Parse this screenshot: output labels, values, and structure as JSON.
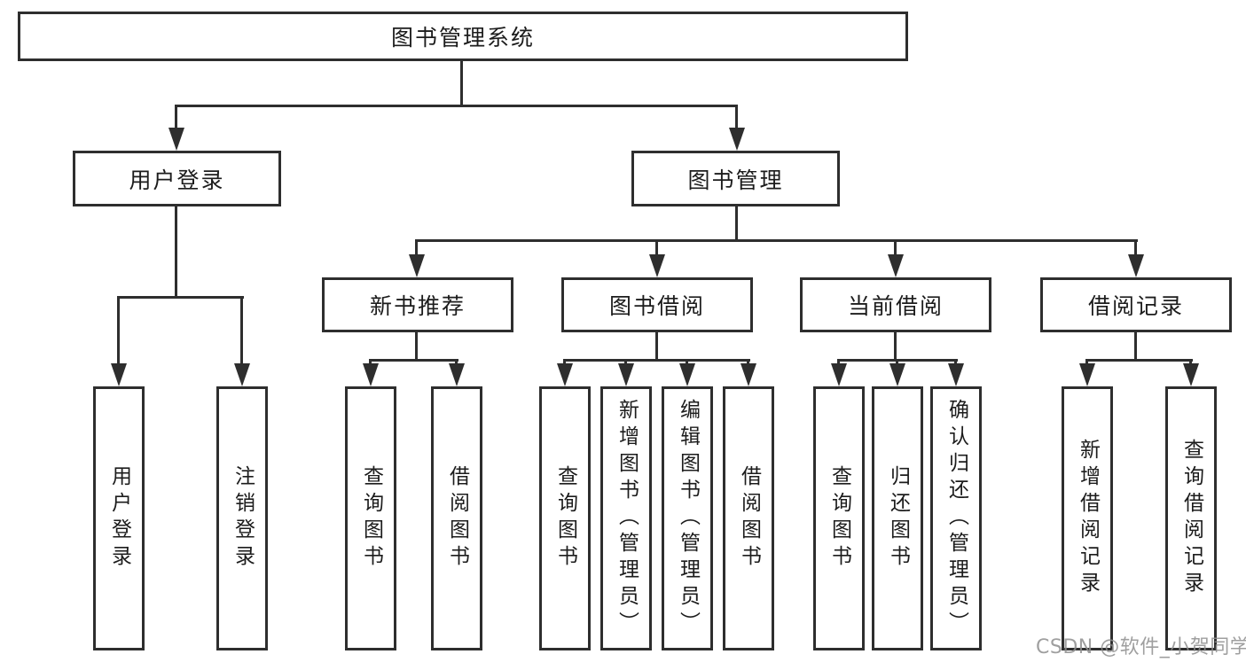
{
  "tree": {
    "label": "图书管理系统",
    "children": [
      {
        "label": "用户登录",
        "children": [
          {
            "label": "用户登录"
          },
          {
            "label": "注销登录"
          }
        ]
      },
      {
        "label": "图书管理",
        "children": [
          {
            "label": "新书推荐",
            "children": [
              {
                "label": "查询图书"
              },
              {
                "label": "借阅图书"
              }
            ]
          },
          {
            "label": "图书借阅",
            "children": [
              {
                "label": "查询图书"
              },
              {
                "label": "新增图书（管理员）"
              },
              {
                "label": "编辑图书（管理员）"
              },
              {
                "label": "借阅图书"
              }
            ]
          },
          {
            "label": "当前借阅",
            "children": [
              {
                "label": "查询图书"
              },
              {
                "label": "归还图书"
              },
              {
                "label": "确认归还（管理员）"
              }
            ]
          },
          {
            "label": "借阅记录",
            "children": [
              {
                "label": "新增借阅记录"
              },
              {
                "label": "查询借阅记录"
              }
            ]
          }
        ]
      }
    ]
  },
  "watermark": {
    "text": "CSDN @软件_小贺同学",
    "color": "#8f8f8f"
  },
  "colors": {
    "line": "#2e2e2e",
    "box_border": "#2e2e2e",
    "box_fill": "#ffffff",
    "text": "#1c1c1c",
    "background": "#ffffff"
  }
}
